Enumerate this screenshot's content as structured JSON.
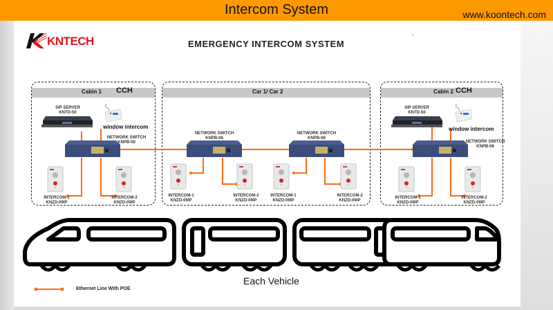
{
  "header": {
    "title": "Intercom System",
    "url": "www.koontech.com",
    "color": "#ff9900"
  },
  "logo": {
    "text": "KNTECH",
    "color": "#e3141b"
  },
  "diagram": {
    "title": "EMERGENCY INTERCOM SYSTEM",
    "line_color": "#ff6a13",
    "sections": [
      {
        "label": "Cabin 1",
        "tag": "CCH",
        "sip_server": {
          "name": "SIP SERVER",
          "model": "KNTD-50"
        },
        "window_intercom": "window intercom",
        "switches": [
          {
            "name": "NETWORK SWITCH",
            "model": "KNPB-08"
          }
        ],
        "intercoms": [
          {
            "name": "INTERCOM-1",
            "model": "KNZD-09IP"
          },
          {
            "name": "INTERCOM-2",
            "model": "KNZD-09IP"
          }
        ]
      },
      {
        "label": "Car 1/ Car 2",
        "switches": [
          {
            "name": "NETWORK SWITCH",
            "model": "KNPB-08"
          },
          {
            "name": "NETWORK SWITCH",
            "model": "KNPB-08"
          }
        ],
        "intercoms": [
          {
            "name": "INTERCOM-1",
            "model": "KNZD-09IP"
          },
          {
            "name": "INTERCOM-2",
            "model": "KNZD-09IP"
          },
          {
            "name": "INTERCOM-1",
            "model": "KNZD-09IP"
          },
          {
            "name": "INTERCOM-2",
            "model": "KNZD-09IP"
          }
        ]
      },
      {
        "label": "Cabin 2",
        "tag": "CCH",
        "sip_server": {
          "name": "SIP SERVER",
          "model": "KNTD-50"
        },
        "window_intercom": "window intercom",
        "switches": [
          {
            "name": "NETWORK SWITCH",
            "model": "KNPB-08"
          }
        ],
        "intercoms": [
          {
            "name": "INTERCOM-1",
            "model": "KNZD-09IP"
          },
          {
            "name": "INTERCOM-2",
            "model": "KNZD-09IP"
          }
        ]
      }
    ],
    "train_caption": "Each Vehicle",
    "legend": {
      "label": "Ethernet Line With POE"
    }
  }
}
